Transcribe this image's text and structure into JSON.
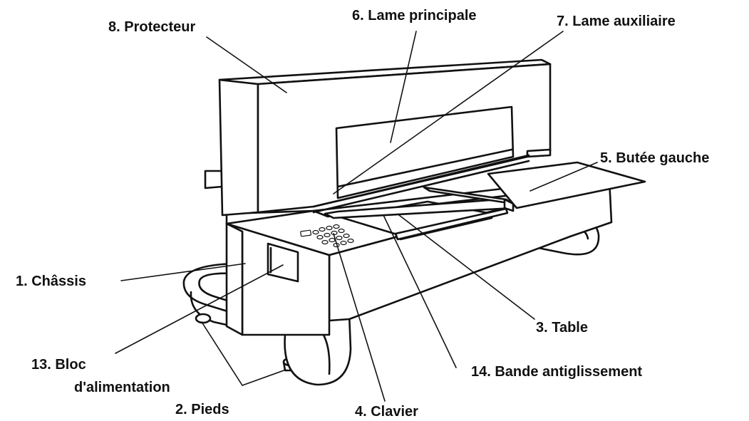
{
  "labels": {
    "protecteur": "8. Protecteur",
    "lame_principale": "6. Lame principale",
    "lame_auxiliaire": "7. Lame auxiliaire",
    "butee_gauche": "5. Butée gauche",
    "chassis": "1. Châssis",
    "table": "3. Table",
    "bloc_line1": "13. Bloc",
    "bloc_line2": "d'alimentation",
    "bande": "14. Bande antiglissement",
    "pieds": "2. Pieds",
    "clavier": "4. Clavier"
  }
}
